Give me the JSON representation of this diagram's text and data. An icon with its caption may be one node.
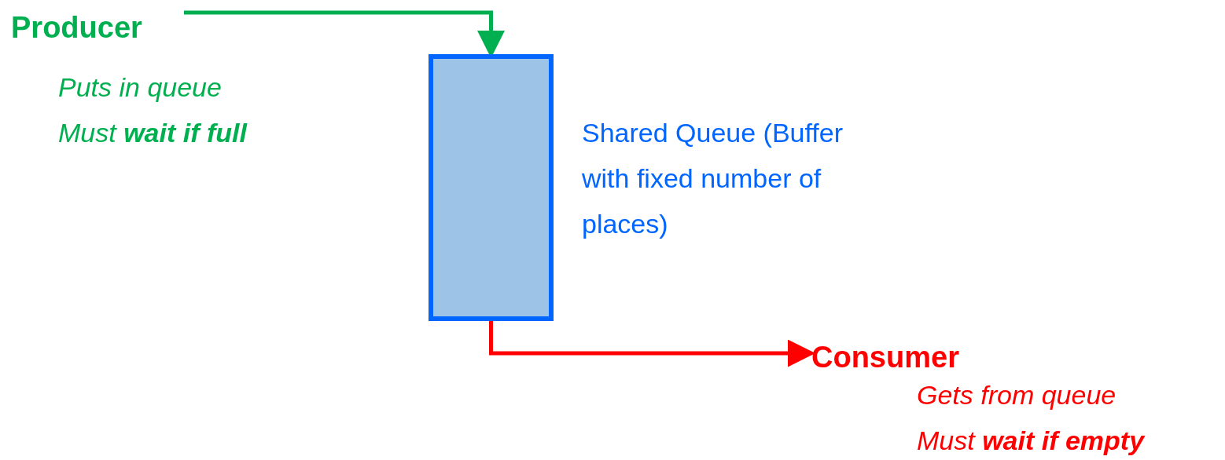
{
  "diagram": {
    "nodes": [
      {
        "text": [
          "Producer"
        ],
        "beside": [
          "Puts in queue",
          "Must **wait if full**"
        ]
      },
      {
        "text": [],
        "shape": "box",
        "beside": [
          "Shared Queue (Buffer with fixed number of places)"
        ]
      },
      {
        "text": [
          "Consumer"
        ],
        "beside": [
          "Gets from queue",
          "Must **wait if empty**"
        ]
      }
    ],
    "edges": [
      {
        "from": 0,
        "to": 1,
        "arrow": "to",
        "color": "#00b050"
      },
      {
        "from": 1,
        "to": 2,
        "arrow": "to",
        "color": "#ff0000"
      }
    ]
  }
}
